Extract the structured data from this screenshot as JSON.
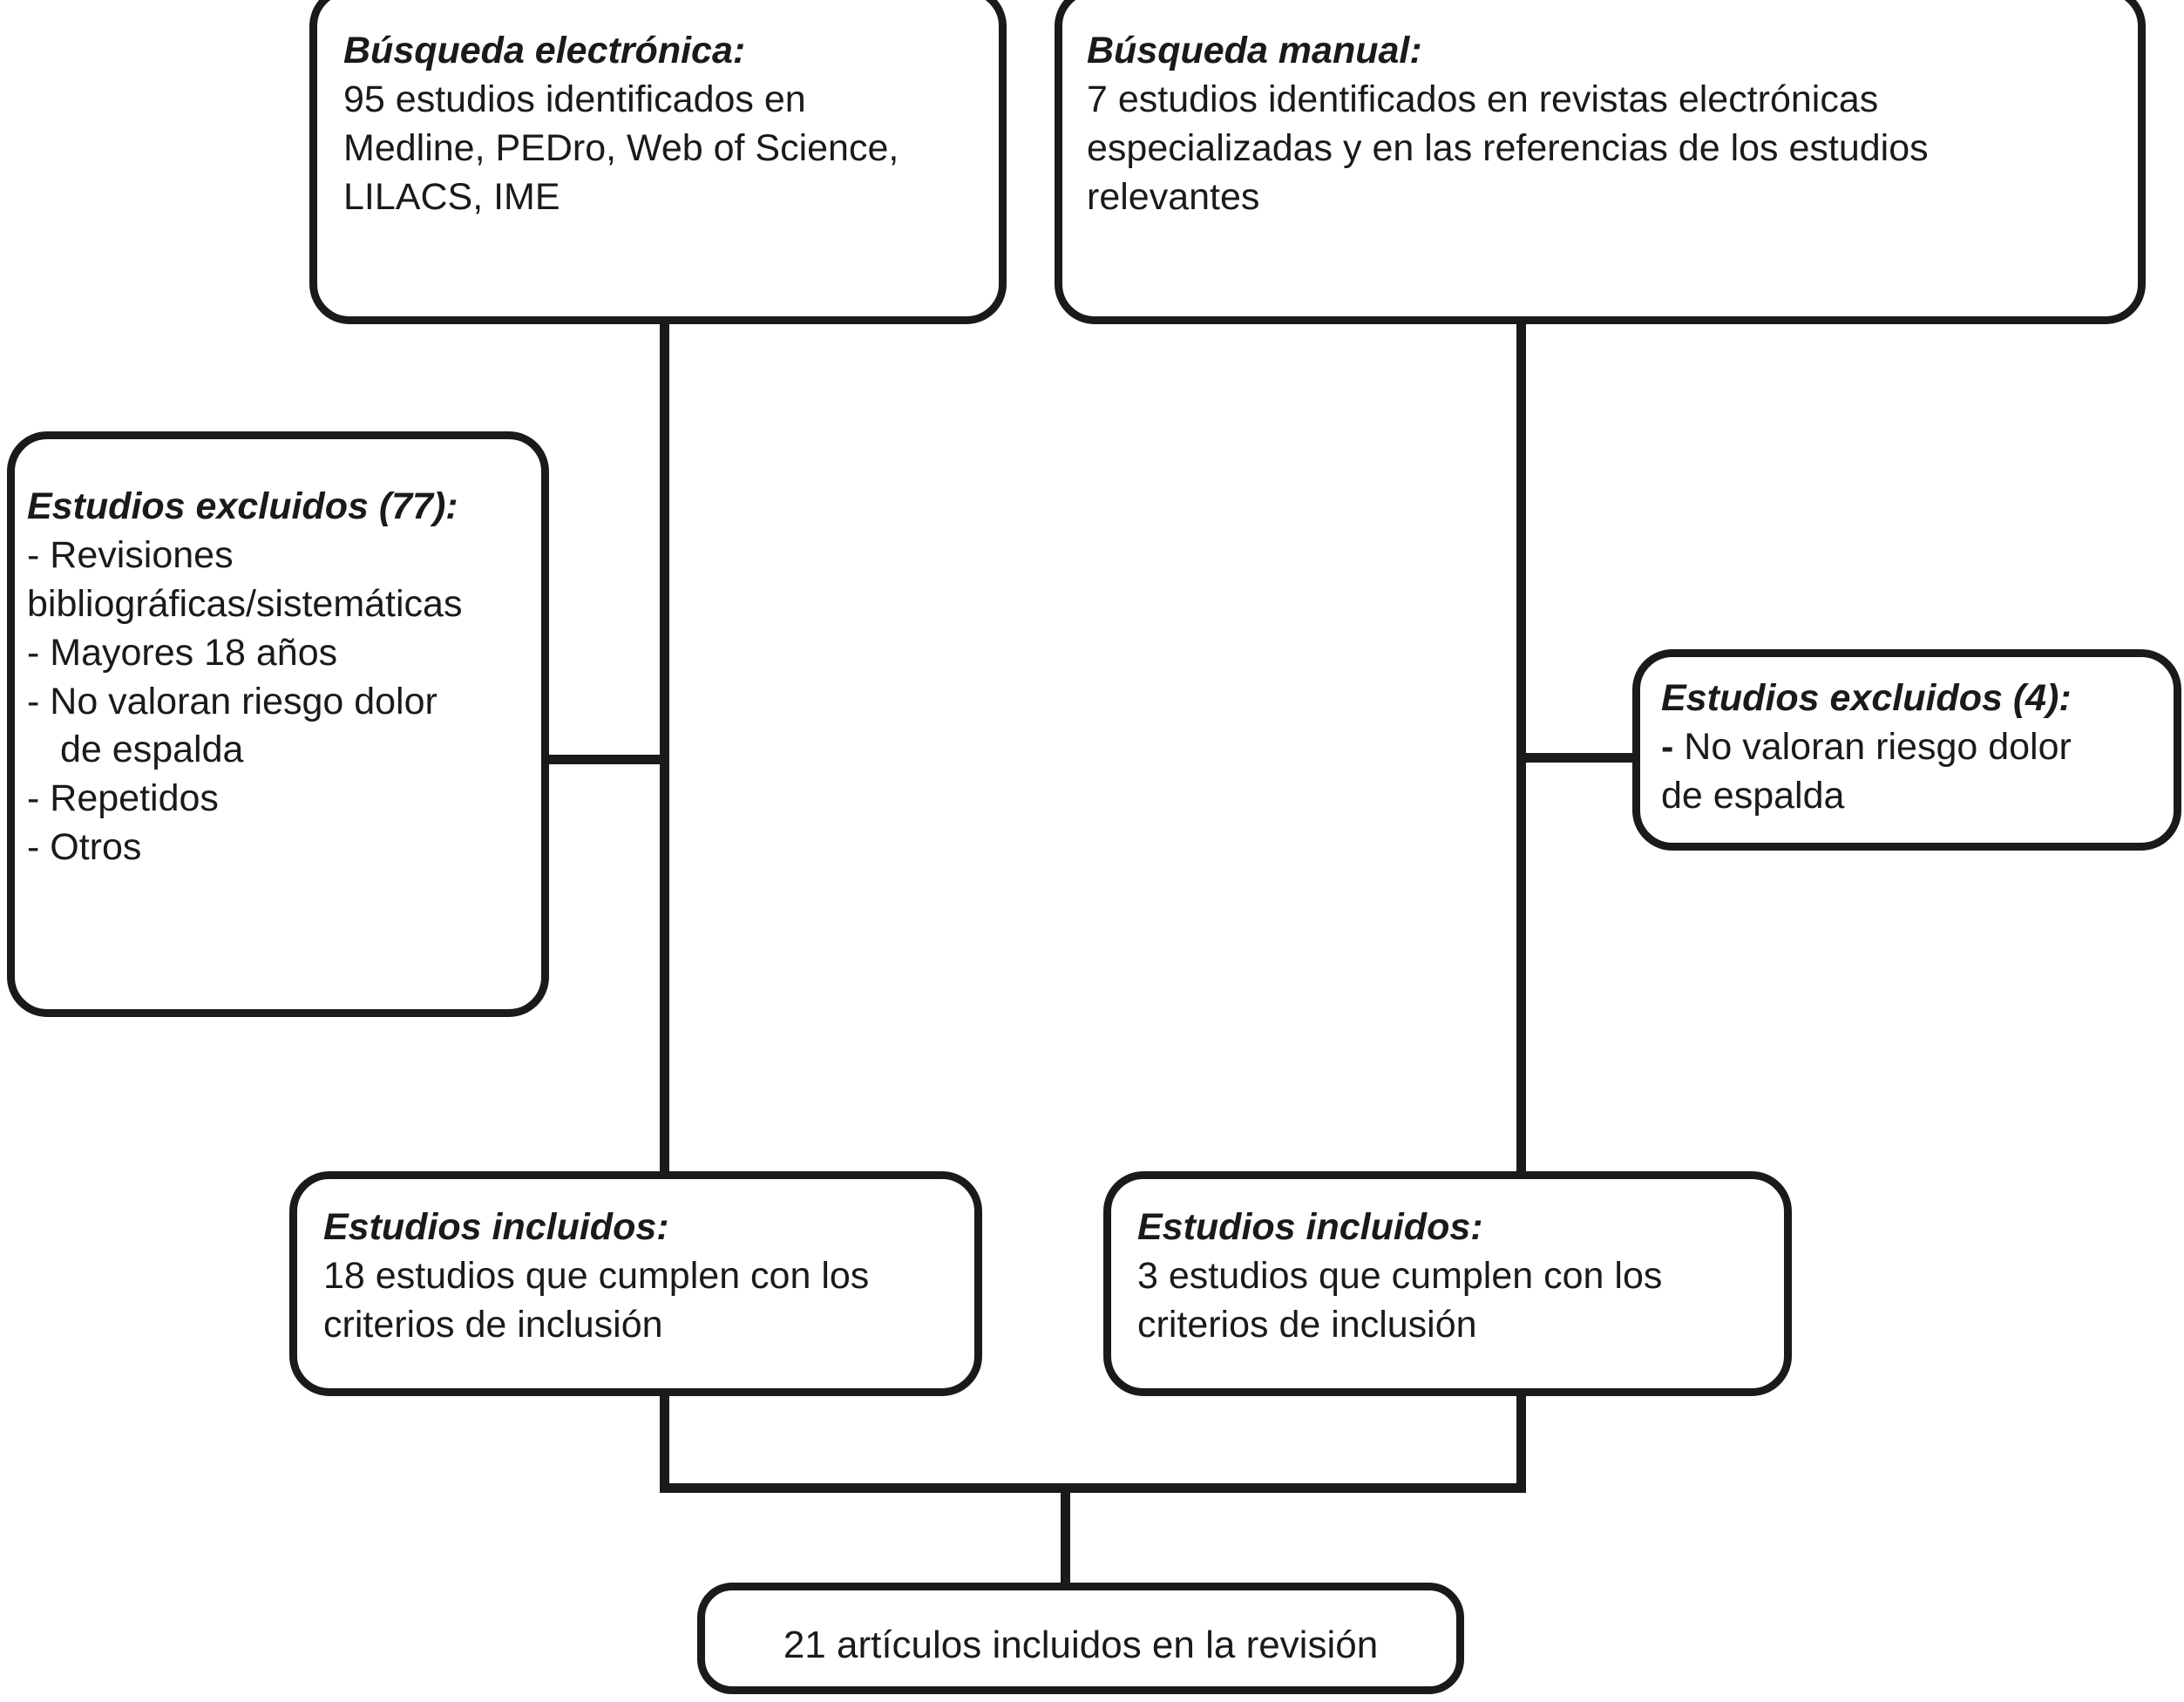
{
  "diagram": {
    "type": "prisma-flowchart",
    "language": "es",
    "colors": {
      "stroke": "#1a1a1a",
      "background": "#ffffff"
    },
    "nodes": {
      "electronic_search": {
        "title": "Búsqueda electrónica:",
        "lines": [
          "95 estudios identificados en",
          "Medline, PEDro, Web of Science,",
          "LILACS, IME"
        ]
      },
      "manual_search": {
        "title": "Búsqueda manual:",
        "lines": [
          " 7 estudios identificados en revistas electrónicas",
          "especializadas y en las referencias de los estudios",
          "relevantes"
        ]
      },
      "excluded_77": {
        "title": "Estudios excluidos (77):",
        "lines": [
          "- Revisiones",
          "bibliográficas/sistemáticas",
          "- Mayores 18 años",
          "- No valoran riesgo dolor",
          "de espalda",
          "- Repetidos",
          "- Otros"
        ]
      },
      "excluded_4": {
        "title": "Estudios excluidos (4):",
        "dash": "-",
        "lines": [
          " No valoran riesgo dolor",
          "de espalda"
        ]
      },
      "included_18": {
        "title": "Estudios incluidos:",
        "lines": [
          "18 estudios que cumplen con los",
          "criterios de inclusión"
        ]
      },
      "included_3": {
        "title": "Estudios incluidos:",
        "lines": [
          "3 estudios que cumplen con los",
          "criterios de inclusión"
        ]
      },
      "final": {
        "text": "21 artículos incluidos en la revisión"
      }
    },
    "counts": {
      "electronic_identified": 95,
      "manual_identified": 7,
      "excluded_electronic": 77,
      "excluded_manual": 4,
      "included_electronic": 18,
      "included_manual": 3,
      "total_included": 21
    }
  }
}
